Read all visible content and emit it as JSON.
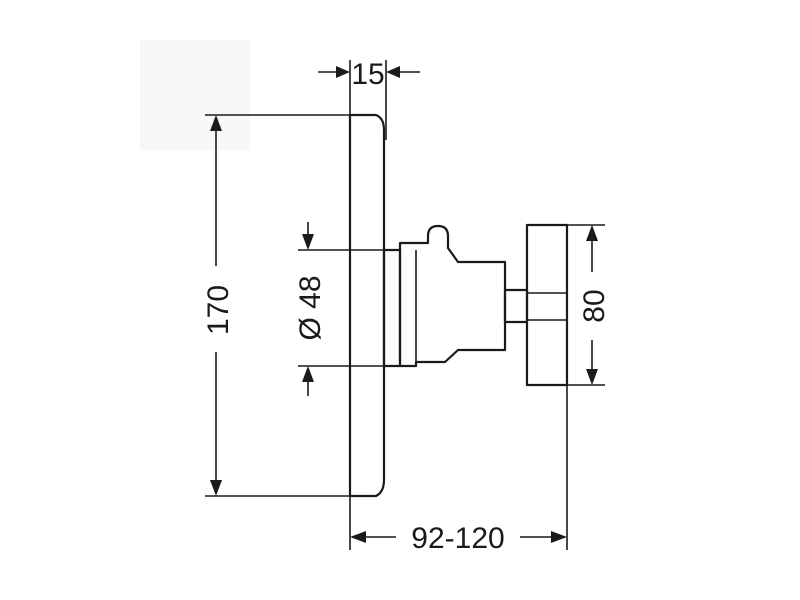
{
  "dimensions": {
    "thickness": "15",
    "height": "170",
    "diameter": "Ø 48",
    "depth": "92-120",
    "handle": "80"
  }
}
